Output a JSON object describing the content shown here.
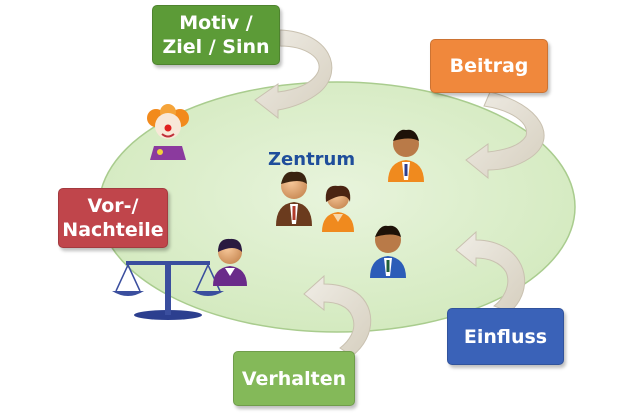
{
  "center": {
    "label": "Zentrum"
  },
  "boxes": {
    "motiv": {
      "lines": [
        "Motiv /",
        "Ziel / Sinn"
      ],
      "color": "#5c9b37"
    },
    "beitrag": {
      "label": "Beitrag",
      "color": "#f0883c"
    },
    "vornachteile": {
      "lines": [
        "Vor-/",
        "Nachteile"
      ],
      "color": "#c0454b"
    },
    "einfluss": {
      "label": "Einfluss",
      "color": "#3a62b8"
    },
    "verhalten": {
      "label": "Verhalten",
      "color": "#84b959"
    }
  },
  "colors": {
    "ellipse_fill": "#d8ecc4",
    "ellipse_stroke": "#a9cc8e",
    "arrow_fill": "#e2dccf",
    "center_text": "#1f4e9b"
  },
  "icons": [
    "clown-icon",
    "scales-icon",
    "person-icon"
  ]
}
